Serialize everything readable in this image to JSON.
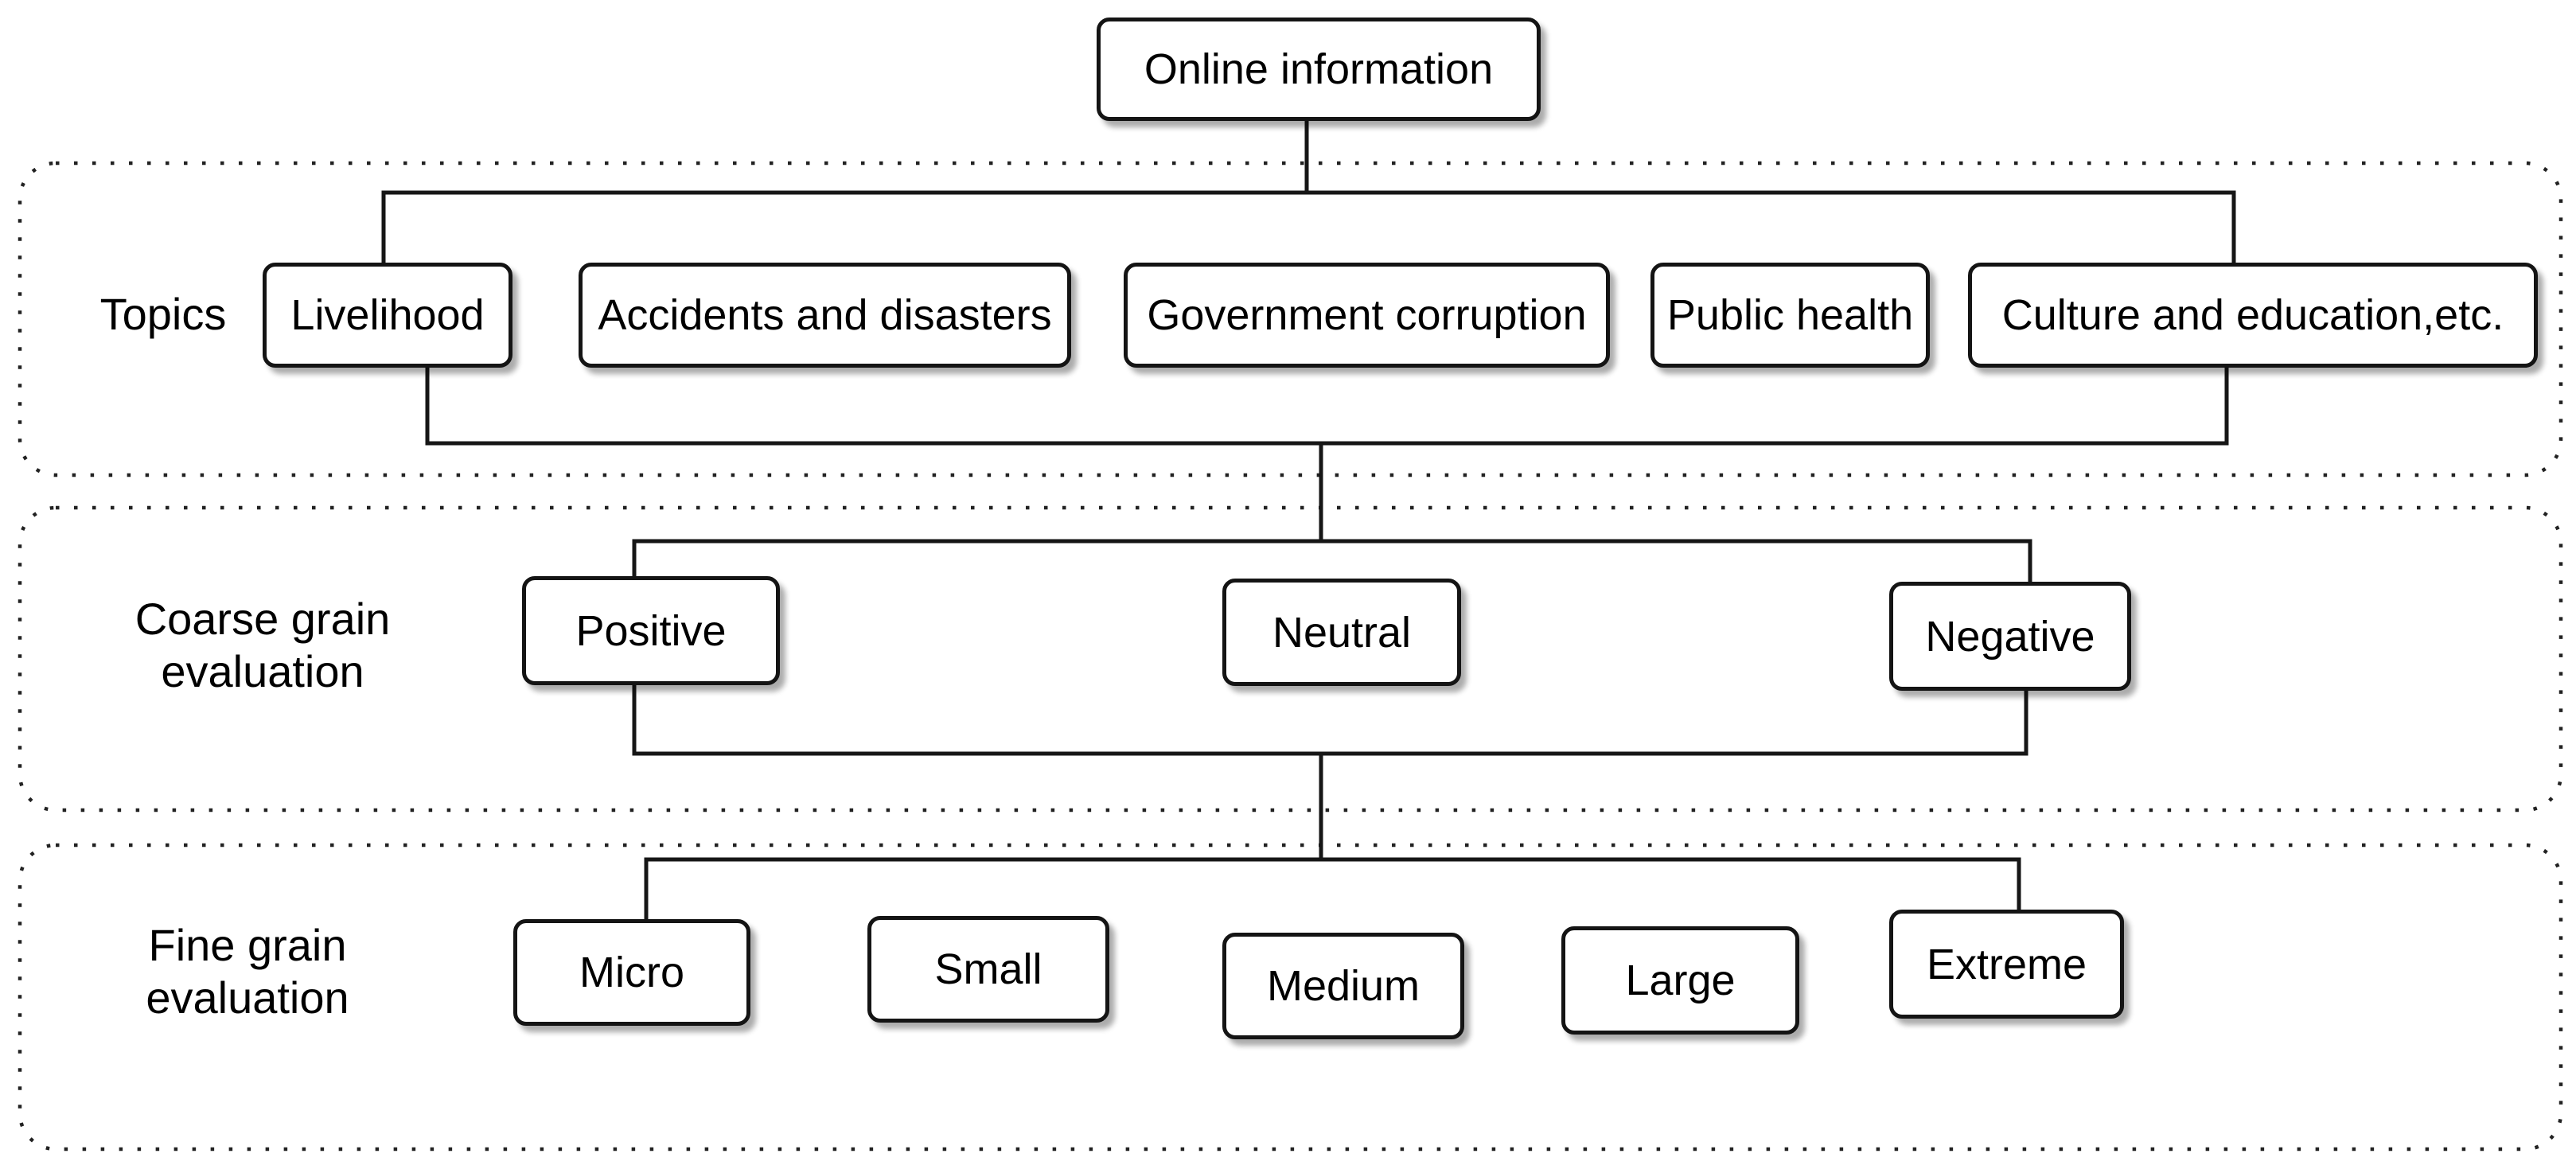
{
  "diagram": {
    "root": {
      "label": "Online information"
    },
    "sections": {
      "topics": {
        "label": "Topics",
        "items": [
          "Livelihood",
          "Accidents and disasters",
          "Government corruption",
          "Public health",
          "Culture and education,etc."
        ]
      },
      "coarse": {
        "label_line1": "Coarse grain",
        "label_line2": "evaluation",
        "items": [
          "Positive",
          "Neutral",
          "Negative"
        ]
      },
      "fine": {
        "label_line1": "Fine grain",
        "label_line2": "evaluation",
        "items": [
          "Micro",
          "Small",
          "Medium",
          "Large",
          "Extreme"
        ]
      }
    },
    "colors": {
      "line": "#161616",
      "text": "#000000",
      "background": "#ffffff"
    }
  }
}
